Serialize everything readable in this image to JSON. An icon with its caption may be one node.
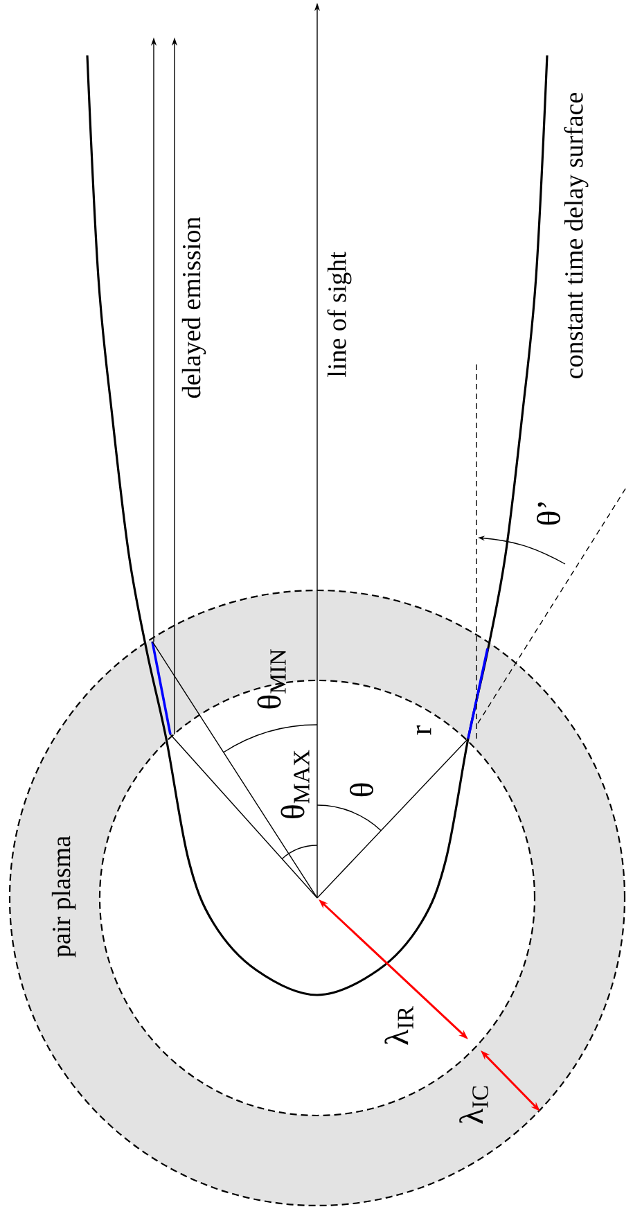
{
  "diagram": {
    "labels": [
      "delayed emission",
      "line of sight",
      "constant time delay surface",
      "θ’",
      "θ$_{MIN}$",
      "θ$_{MAX}$",
      "θ",
      "r",
      "pair plasma",
      "λ$_{IR}$",
      "λ$_{IC}$"
    ]
  }
}
